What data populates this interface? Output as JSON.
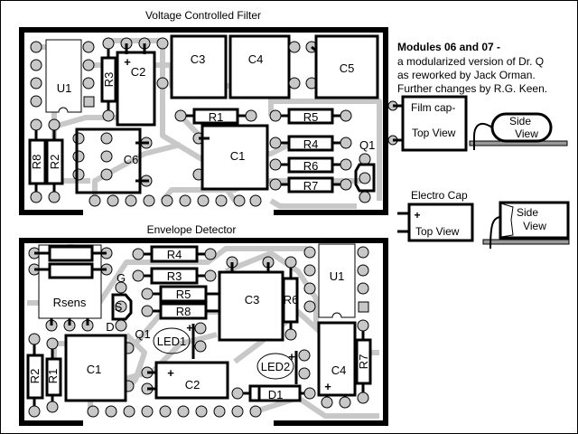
{
  "vcf": {
    "title": "Voltage Controlled Filter",
    "labels": {
      "u1": "U1",
      "r3": "R3",
      "c2": "C2",
      "c3": "C3",
      "c4": "C4",
      "c5": "C5",
      "r1": "R1",
      "r5": "R5",
      "r4": "R4",
      "r6": "R6",
      "r7": "R7",
      "c1": "C1",
      "c6": "C6",
      "r8": "R8",
      "r2": "R2",
      "q1": "Q1",
      "plus": "+"
    }
  },
  "env": {
    "title": "Envelope Detector",
    "labels": {
      "rsens": "Rsens",
      "r4": "R4",
      "r3": "R3",
      "r5": "R5",
      "r8": "R8",
      "c3": "C3",
      "r6": "R6",
      "u1": "U1",
      "c4": "C4",
      "r7": "R7",
      "c1": "C1",
      "r2": "R2",
      "r1": "R1",
      "c2": "C2",
      "d1": "D1",
      "led1": "LED1",
      "led2": "LED2",
      "q1": "Q1",
      "g": "G",
      "d": "D",
      "s": "S",
      "plus": "+"
    }
  },
  "notes": {
    "heading": "Modules 06 and 07 -",
    "lines": [
      "a modularized version of Dr. Q",
      "as reworked by Jack Orman.",
      "Further changes by R.G. Keen."
    ]
  },
  "legend": {
    "film_cap": "Film cap-",
    "top_view": "Top View",
    "side": "Side",
    "view": "View",
    "electro_cap": "Electro Cap",
    "plus": "+"
  }
}
